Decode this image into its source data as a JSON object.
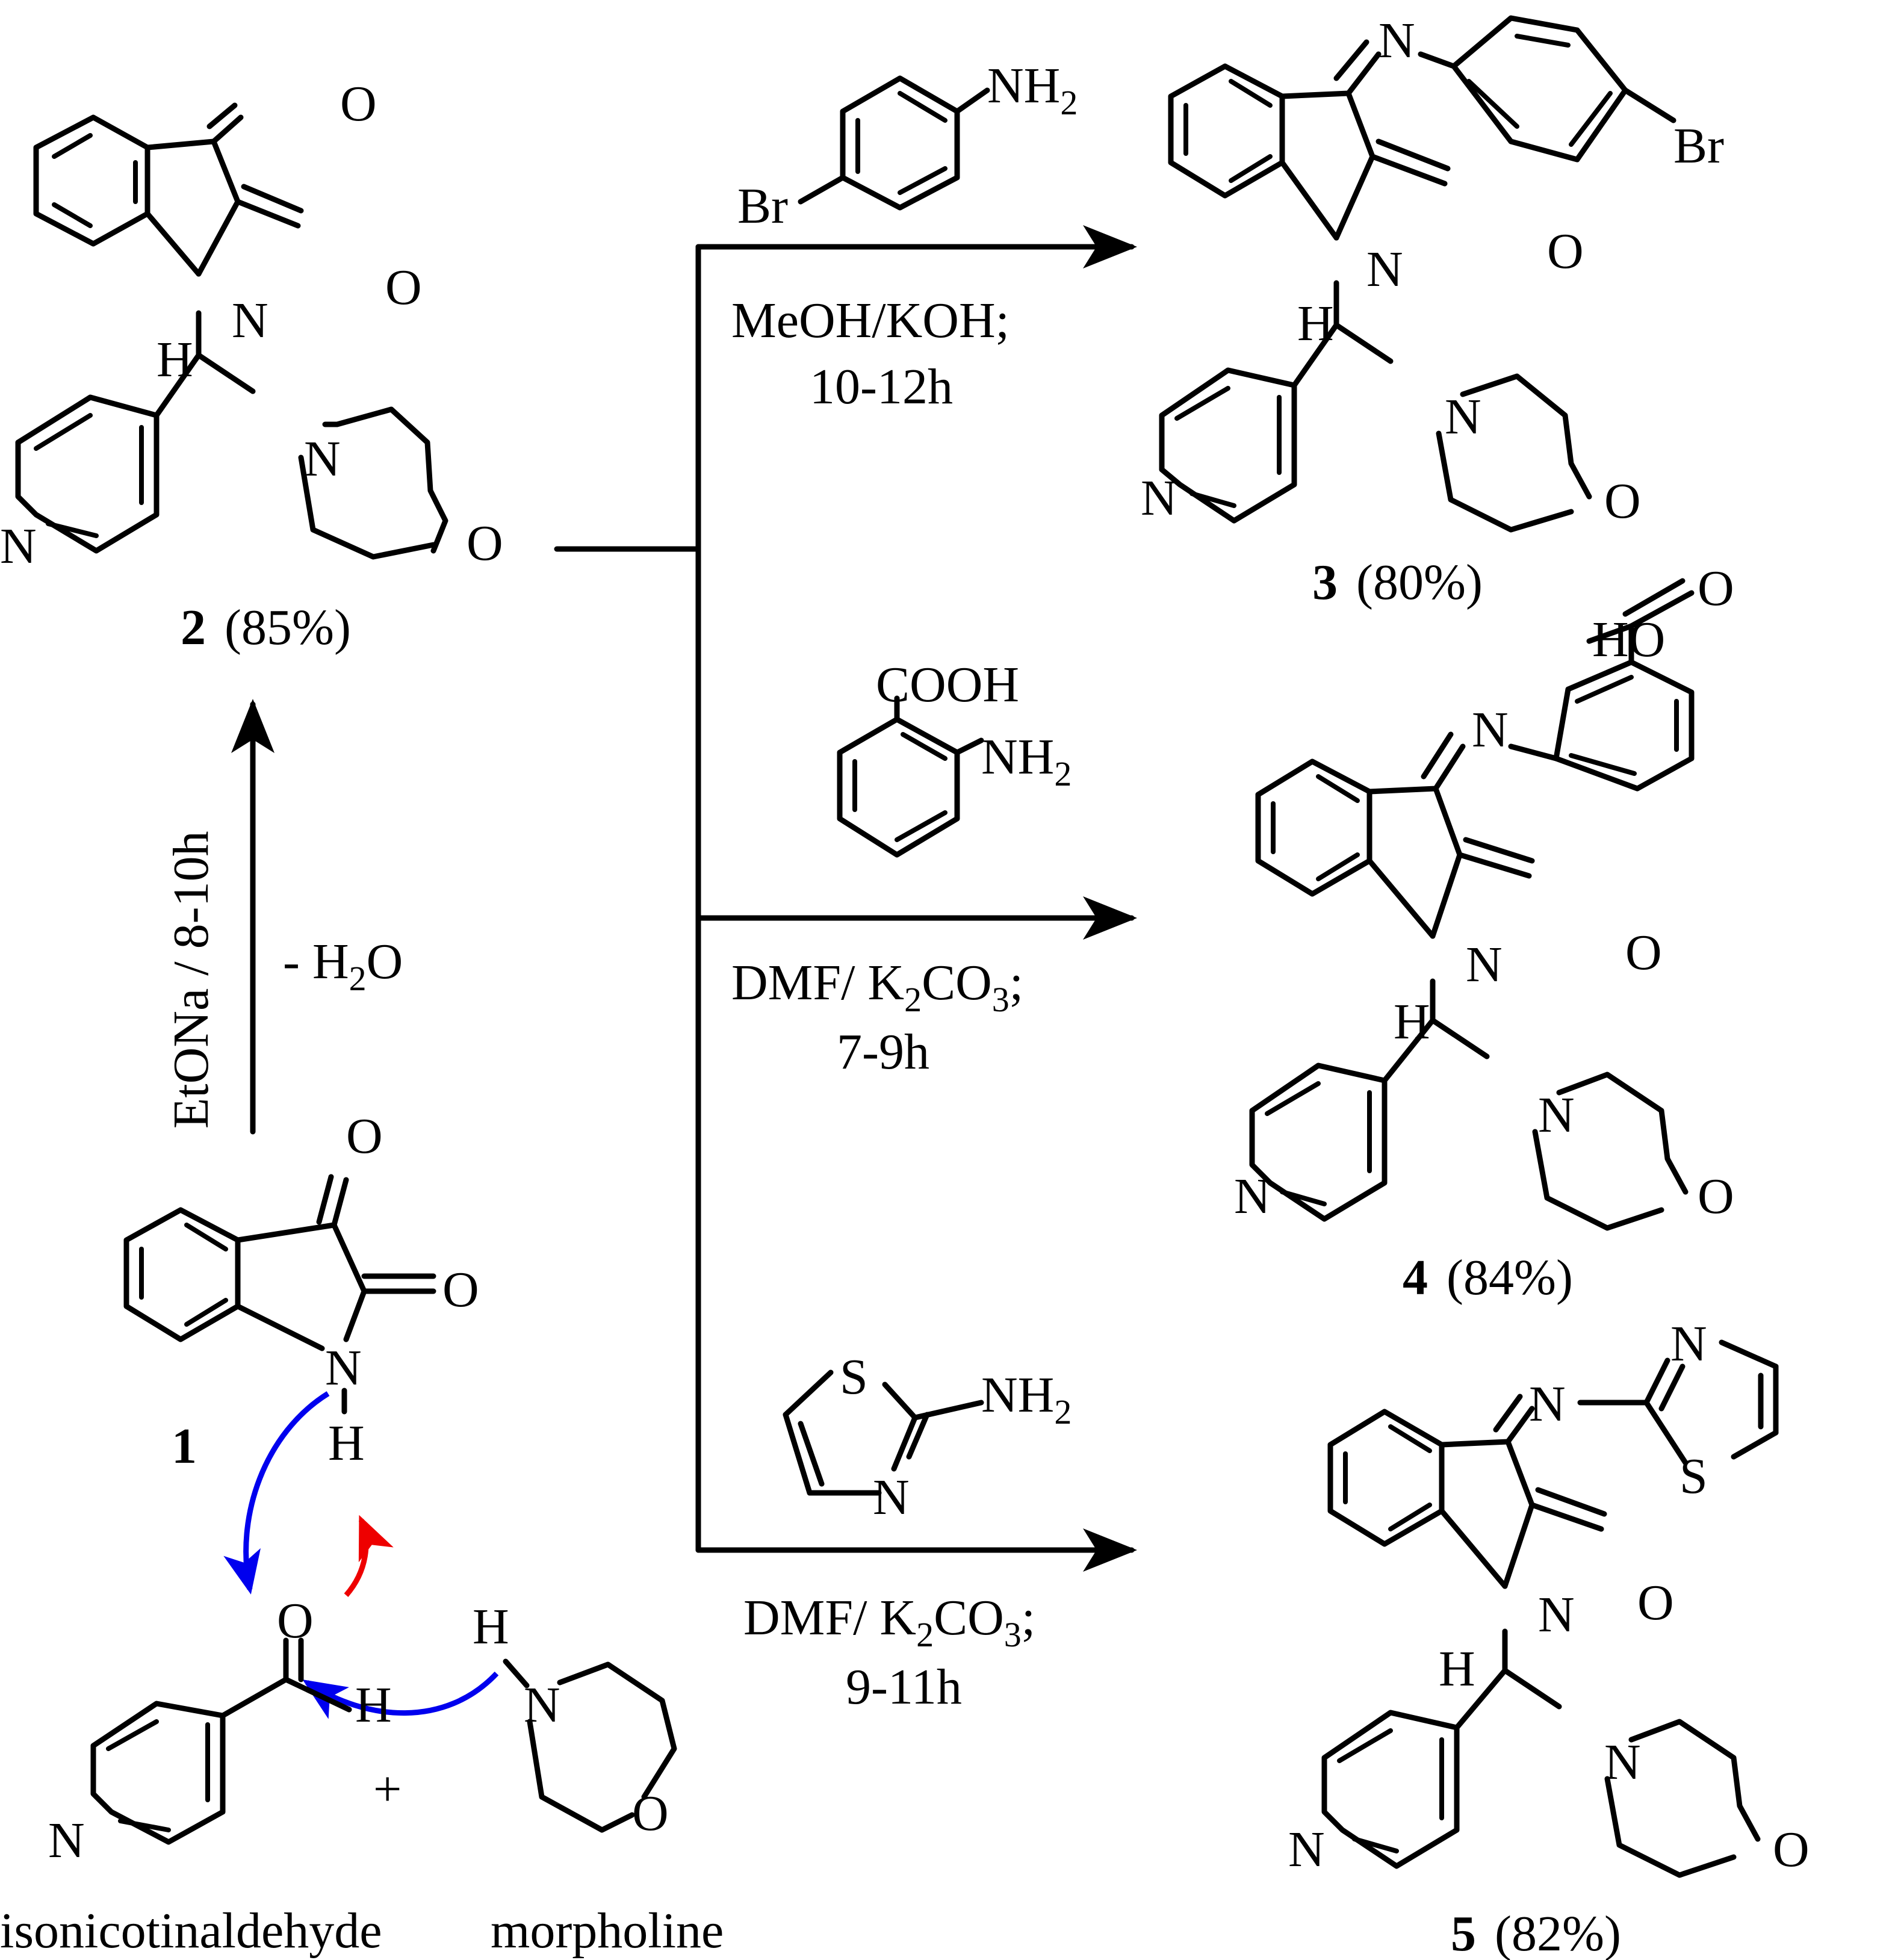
{
  "compounds": {
    "c1": {
      "number": "1",
      "yield": ""
    },
    "c2": {
      "number": "2",
      "yield": "(85%)"
    },
    "c3": {
      "number": "3",
      "yield": "(80%)"
    },
    "c4": {
      "number": "4",
      "yield": "(84%)"
    },
    "c5": {
      "number": "5",
      "yield": "(82%)"
    }
  },
  "starting_materials": {
    "aldehyde": "isonicotinaldehyde",
    "amine": "morpholine",
    "plus": "+"
  },
  "step1": {
    "reagent": "EtONa / 8-10h",
    "byproduct_prefix": "- H",
    "byproduct_sub": "2",
    "byproduct_suffix": "O"
  },
  "reagents": {
    "r3": {
      "substituent_top": "NH",
      "sub2": "2",
      "substituent_bottom": "Br",
      "cond_line1": "MeOH/KOH;",
      "cond_line2": "10-12h"
    },
    "r4": {
      "group1": "COOH",
      "group2": "NH",
      "sub2": "2",
      "cond_a": "DMF/ K",
      "cond_sub1": "2",
      "cond_b": "CO",
      "cond_sub2": "3",
      "cond_c": ";",
      "cond_line2": "7-9h"
    },
    "r5": {
      "hetero_s": "S",
      "hetero_n": "N",
      "group": "NH",
      "sub2": "2",
      "cond_a": "DMF/ K",
      "cond_sub1": "2",
      "cond_b": "CO",
      "cond_sub2": "3",
      "cond_c": ";",
      "cond_line2": "9-11h"
    }
  },
  "atoms": {
    "O": "O",
    "N": "N",
    "H": "H",
    "S": "S",
    "Br": "Br",
    "HO": "HO"
  },
  "colors": {
    "nucleophilic_attack": "#0000ee",
    "leaving_group": "#ee0000",
    "ink": "#000000"
  }
}
